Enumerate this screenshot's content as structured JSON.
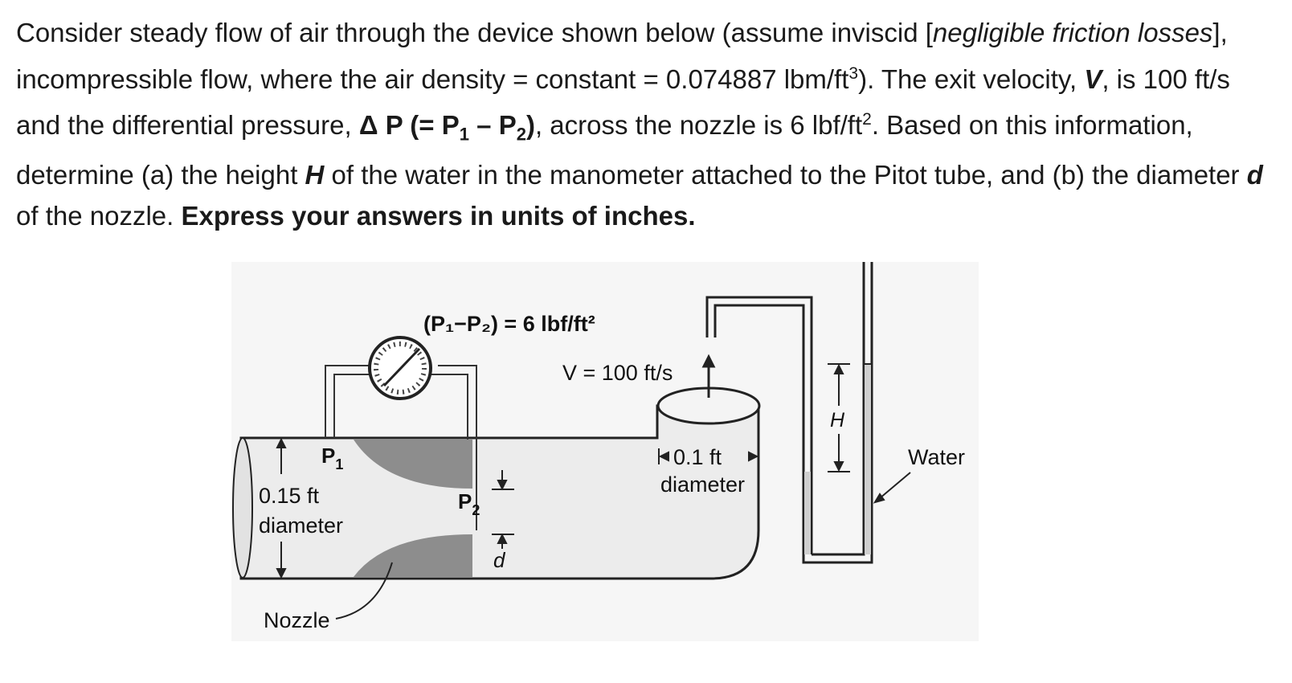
{
  "problem": {
    "s1": "Consider steady flow of air through the device shown below (assume inviscid [",
    "s2": "negligible friction losses",
    "s3": "], incompressible flow, where the air density = constant = 0.074887 lbm/ft",
    "s4": "3",
    "s5": ").",
    "s6": "The exit velocity, ",
    "s7": "V",
    "s8": ", is 100 ft/s and the differential pressure, ",
    "s9": "Δ P (= P",
    "s10": "1",
    "s11": " – P",
    "s12": "2",
    "s13": ")",
    "s14": ", across the nozzle is 6 lbf/ft",
    "s15": "2",
    "s16": ". Based on this information, determine (a) the height ",
    "s17": "H",
    "s18": " of the water in the manometer attached to the Pitot tube, and (b) the diameter ",
    "s19": "d",
    "s20": " of the nozzle. ",
    "s21": "Express your answers in units of inches."
  },
  "figure": {
    "pressure_label": "(P₁−P₂) = 6 lbf/ft²",
    "velocity_label": "V = 100 ft/s",
    "p1_label": "P",
    "p1_sub": "1",
    "p2_label": "P",
    "p2_sub": "2",
    "inlet_dim": "0.15 ft",
    "inlet_dim_2": "diameter",
    "outlet_dim": "0.1 ft",
    "outlet_dim_2": "diameter",
    "throat_label": "d",
    "height_label": "H",
    "water_label": "Water",
    "nozzle_label": "Nozzle"
  }
}
